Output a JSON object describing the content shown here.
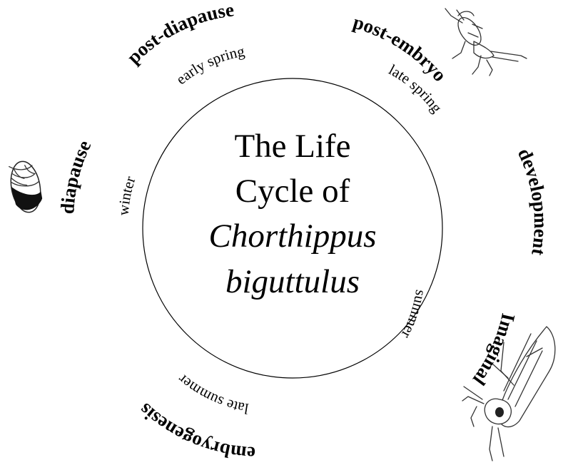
{
  "title": {
    "line1": "The Life",
    "line2": "Cycle of",
    "line3": "Chorthippus",
    "line4": "biguttulus"
  },
  "stages": {
    "post_diapause": "post-diapause",
    "post_embryo": "post-embryo",
    "development": "development",
    "imaginal": "Imaginal",
    "embryogenesis": "embryogenesis",
    "diapause": "diapause"
  },
  "seasons": {
    "early_spring": "early spring",
    "late_spring": "late spring",
    "summer": "summer",
    "late_summer": "late summer",
    "winter": "winter"
  },
  "colors": {
    "ink": "#000000",
    "background": "#ffffff"
  },
  "illustrations": [
    "egg-pod-icon",
    "grasshopper-nymph-icon",
    "adult-grasshopper-icon"
  ]
}
